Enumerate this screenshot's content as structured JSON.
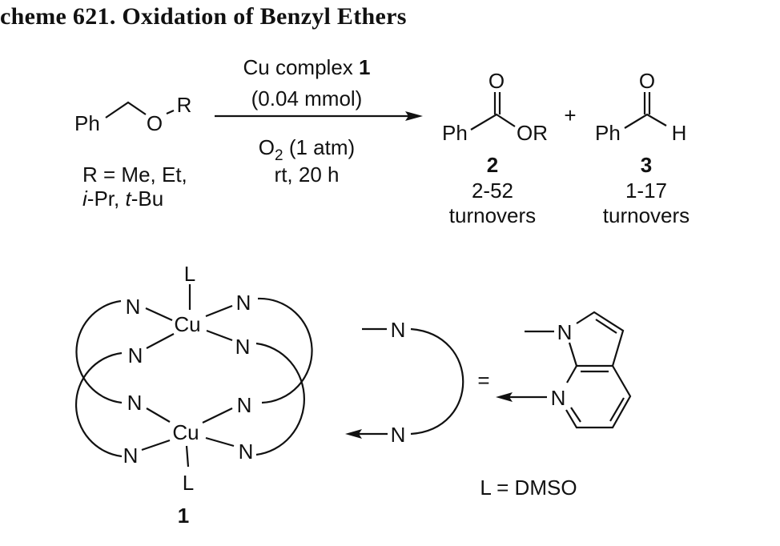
{
  "title": "cheme 621. Oxidation of Benzyl Ethers",
  "reactant": {
    "ph": "Ph",
    "o": "O",
    "r": "R",
    "r_def_line1": "R = Me, Et,",
    "r_def_line2_a": "i",
    "r_def_line2_b": "-Pr, ",
    "r_def_line2_c": "t",
    "r_def_line2_d": "-Bu"
  },
  "conditions": {
    "catalyst_text": "Cu complex ",
    "catalyst_number": "1",
    "amount": "(0.04 mmol)",
    "oxidant_o": "O",
    "oxidant_sub": "2",
    "oxidant_rest": " (1 atm)",
    "temp_time": "rt, 20 h"
  },
  "product2": {
    "ph": "Ph",
    "o": "O",
    "or": "OR",
    "label": "2",
    "range": "2-52",
    "unit": "turnovers"
  },
  "plus": "+",
  "product3": {
    "ph": "Ph",
    "o": "O",
    "h": "H",
    "label": "3",
    "range": "1-17",
    "unit": "turnovers"
  },
  "complex": {
    "cu": "Cu",
    "n": "N",
    "l": "L",
    "label": "1"
  },
  "ligand": {
    "n": "N",
    "equals": "=",
    "l_def": "L = DMSO"
  }
}
